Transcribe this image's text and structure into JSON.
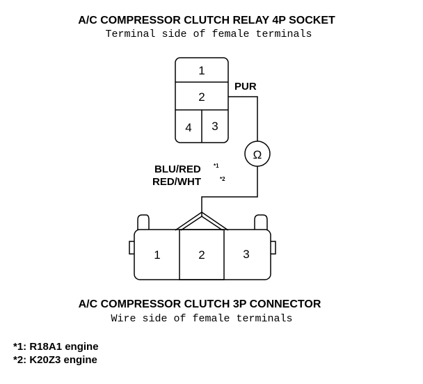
{
  "relay_socket": {
    "title": "A/C COMPRESSOR CLUTCH RELAY 4P SOCKET",
    "subtitle": "Terminal side of female terminals",
    "terminals": [
      "1",
      "2",
      "4",
      "3"
    ],
    "wire_label": "PUR"
  },
  "meter": {
    "symbol": "Ω"
  },
  "wire_labels": {
    "line1": "BLU/RED",
    "line1_mark": "*1",
    "line2": "RED/WHT",
    "line2_mark": "*2"
  },
  "connector": {
    "title": "A/C COMPRESSOR CLUTCH 3P CONNECTOR",
    "subtitle": "Wire side of female terminals",
    "terminals": [
      "1",
      "2",
      "3"
    ]
  },
  "notes": [
    "*1: R18A1 engine",
    "*2: K20Z3 engine"
  ]
}
